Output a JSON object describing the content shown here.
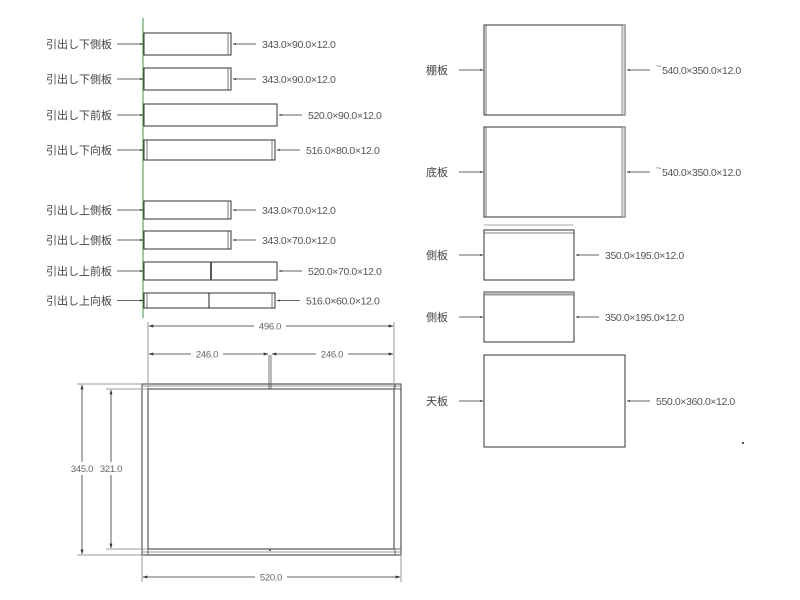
{
  "drawing": {
    "guide_line_color": "#3a9a3a",
    "stroke_color": "#333333",
    "text_color": "#555555"
  },
  "drawer_parts": [
    {
      "label": "引出し下側板",
      "size": "343.0×90.0×12.0",
      "kind": "side"
    },
    {
      "label": "引出し下側板",
      "size": "343.0×90.0×12.0",
      "kind": "side"
    },
    {
      "label": "引出し下前板",
      "size": "520.0×90.0×12.0",
      "kind": "front"
    },
    {
      "label": "引出し下向板",
      "size": "516.0×80.0×12.0",
      "kind": "back"
    },
    {
      "label": "引出し上側板",
      "size": "343.0×70.0×12.0",
      "kind": "side"
    },
    {
      "label": "引出し上側板",
      "size": "343.0×70.0×12.0",
      "kind": "side"
    },
    {
      "label": "引出し上前板",
      "size": "520.0×70.0×12.0",
      "kind": "front-split"
    },
    {
      "label": "引出し上向板",
      "size": "516.0×60.0×12.0",
      "kind": "back-split"
    }
  ],
  "panel_parts": [
    {
      "label": "棚板",
      "size": "540.0×350.0×12.0",
      "prefix": "~"
    },
    {
      "label": "底板",
      "size": "540.0×350.0×12.0",
      "prefix": "~"
    },
    {
      "label": "側板",
      "size": "350.0×195.0×12.0",
      "prefix": ""
    },
    {
      "label": "側板",
      "size": "350.0×195.0×12.0",
      "prefix": ""
    },
    {
      "label": "天板",
      "size": "550.0×360.0×12.0",
      "prefix": ""
    }
  ],
  "plan_view": {
    "dim_total_inner": "496.0",
    "dim_left_bay": "246.0",
    "dim_right_bay": "246.0",
    "dim_outer_depth": "345.0",
    "dim_inner_depth": "321.0",
    "dim_outer_width": "520.0"
  }
}
